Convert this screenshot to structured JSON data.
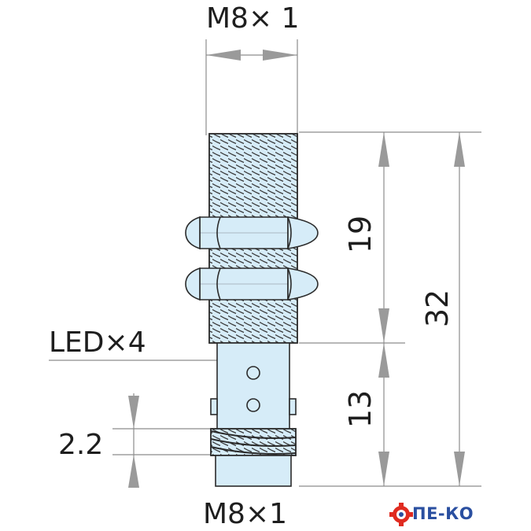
{
  "title_thread": "M8× 1",
  "bottom_thread": "M8×1",
  "led_callout": "LED×4",
  "dim_thread_length": "19",
  "dim_total_length": "32",
  "dim_body_length": "13",
  "dim_connector_pitch": "2.2",
  "logo_text": "ПЕ-КО",
  "colors": {
    "body_fill": "#d6ecf8",
    "body_stroke": "#2b2b2b",
    "dimension_line": "#8c8c8c",
    "arrow_fill": "#9a9a9a",
    "logo_blue": "#2a4fa0",
    "logo_red": "#e02b20"
  }
}
